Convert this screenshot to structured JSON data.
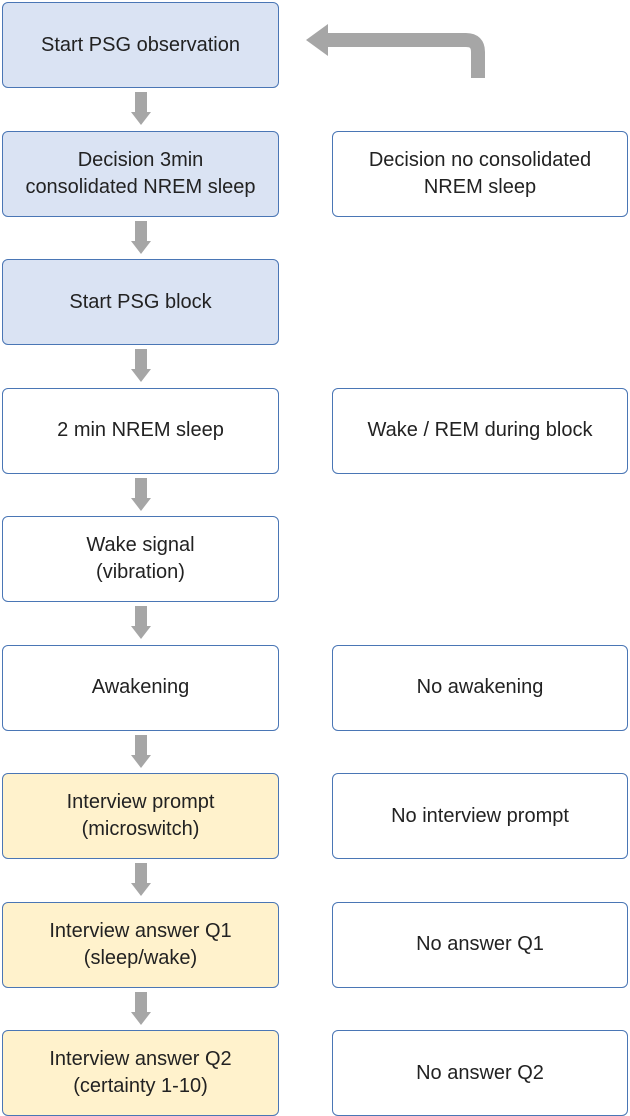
{
  "colors": {
    "border": "#4a76b5",
    "blue_fill": "#dae3f3",
    "yellow_fill": "#fff2cc",
    "white_fill": "#ffffff",
    "arrow": "#a6a6a6"
  },
  "left_boxes": [
    {
      "lines": [
        "Start PSG observation"
      ],
      "fill": "blue"
    },
    {
      "lines": [
        "Decision 3min",
        "consolidated NREM sleep"
      ],
      "fill": "blue"
    },
    {
      "lines": [
        "Start PSG block"
      ],
      "fill": "blue"
    },
    {
      "lines": [
        "2 min NREM sleep"
      ],
      "fill": "white"
    },
    {
      "lines": [
        "Wake signal",
        "(vibration)"
      ],
      "fill": "white"
    },
    {
      "lines": [
        "Awakening"
      ],
      "fill": "white"
    },
    {
      "lines": [
        "Interview prompt",
        "(microswitch)"
      ],
      "fill": "yellow"
    },
    {
      "lines": [
        "Interview answer Q1",
        "(sleep/wake)"
      ],
      "fill": "yellow"
    },
    {
      "lines": [
        "Interview answer Q2",
        "(certainty 1-10)"
      ],
      "fill": "yellow"
    }
  ],
  "right_boxes": [
    {
      "row": 1,
      "lines": [
        "Decision no consolidated",
        "NREM sleep"
      ]
    },
    {
      "row": 3,
      "lines": [
        "Wake / REM during block"
      ]
    },
    {
      "row": 5,
      "lines": [
        "No awakening"
      ]
    },
    {
      "row": 6,
      "lines": [
        "No interview prompt"
      ]
    },
    {
      "row": 7,
      "lines": [
        "No answer Q1"
      ]
    },
    {
      "row": 8,
      "lines": [
        "No answer Q2"
      ]
    }
  ],
  "return_arrow": {
    "icon": "return-arrow-icon",
    "target": "Start PSG observation"
  }
}
